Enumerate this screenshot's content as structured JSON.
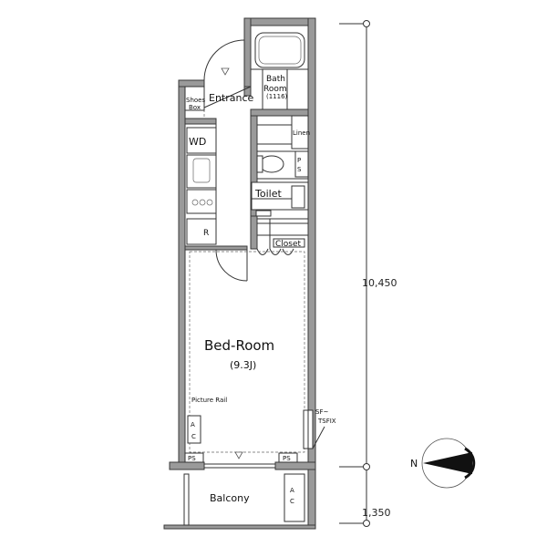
{
  "rooms": {
    "entrance": "Entrance",
    "shoes_box_line1": "Shoes",
    "shoes_box_line2": "Box",
    "bath_line1": "Bath",
    "bath_line2": "Room",
    "bath_line3": "(1116)",
    "linen": "Linen",
    "wd": "WD",
    "toilet": "Toilet",
    "refrigerator": "R",
    "closet": "Closet",
    "ps": "PS",
    "bedroom": "Bed-Room",
    "bedroom_size": "(9.3J)",
    "picture_rail": "Picture Rail",
    "ac": "A\nC",
    "fix_line1": "SF~",
    "fix_line2": "TSFIX",
    "ps_left": "PS",
    "ps_right": "PS",
    "balcony": "Balcony",
    "balcony_ac": "A\nC"
  },
  "dimensions": {
    "main": "10,450",
    "balcony": "1,350"
  },
  "compass": {
    "label": "N"
  }
}
